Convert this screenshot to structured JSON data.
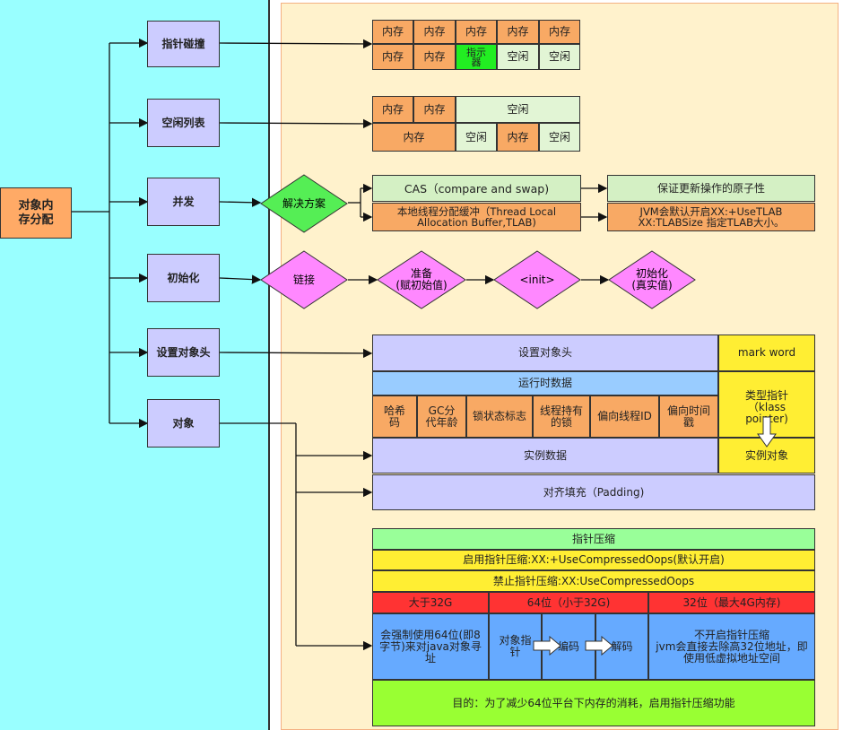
{
  "root": {
    "label": "对象内\n存分配"
  },
  "steps": [
    {
      "key": "pointer_bump",
      "label": "指针碰撞"
    },
    {
      "key": "free_list",
      "label": "空闲列表"
    },
    {
      "key": "concurrency",
      "label": "并发"
    },
    {
      "key": "init",
      "label": "初始化"
    },
    {
      "key": "header",
      "label": "设置对象头"
    },
    {
      "key": "object",
      "label": "对象"
    }
  ],
  "pointer_bump": {
    "row1": [
      "内存",
      "内存",
      "内存",
      "内存",
      "内存"
    ],
    "row2": [
      "内存",
      "内存",
      "指示\n器",
      "空闲",
      "空闲"
    ]
  },
  "free_list": {
    "row1": [
      "内存",
      "内存",
      "空闲"
    ],
    "row2": [
      "内存",
      "空闲",
      "内存",
      "空闲"
    ]
  },
  "concurrency": {
    "decision": "解决方案",
    "cas": "CAS（compare and swap)",
    "cas_result": "保证更新操作的原子性",
    "tlab": "本地线程分配缓冲（Thread Local\nAllocation Buffer,TLAB)",
    "tlab_result": "JVM会默认开启XX:+UseTLAB\nXX:TLABSize 指定TLAB大小。"
  },
  "init": {
    "stages": [
      "链接",
      "准备\n(赋初始值)",
      "<init>",
      "初始化\n(真实值)"
    ]
  },
  "header": {
    "title": "设置对象头",
    "mark_word": "mark word",
    "runtime": "运行时数据",
    "klass": "类型指针\n（klass\npointer)",
    "fields": [
      "哈希\n码",
      "GC分\n代年龄",
      "锁状态标志",
      "线程持有\n的锁",
      "偏向线程ID",
      "偏向时间\n戳"
    ],
    "instance": "实例数据",
    "instance_obj": "实例对象",
    "padding": "对齐填充（Padding)"
  },
  "compress": {
    "title": "指针压缩",
    "enable": "启用指针压缩:XX:+UseCompressedOops(默认开启)",
    "disable": "禁止指针压缩:XX:UseCompressedOops",
    "cols": [
      "大于32G",
      "64位（小于32G)",
      "32位（最大4G内存)"
    ],
    "gt32": "会强制使用64位(即8\n字节)来对java对象寻\n址",
    "steps": [
      "对象指\n针",
      "编码",
      "解码"
    ],
    "lt4g": "不开启指针压缩\njvm会直接去除高32位地址，即\n使用低虚拟地址空间",
    "purpose": "目的：为了减少64位平台下内存的消耗，启用指针压缩功能"
  },
  "colors": {
    "left_bg": "#99ffff",
    "right_bg": "#fff2cc",
    "lavender": "#ccccff",
    "orange": "#f8a964",
    "diamond_green": "#55ee55",
    "diamond_pink": "#ff88ff"
  }
}
